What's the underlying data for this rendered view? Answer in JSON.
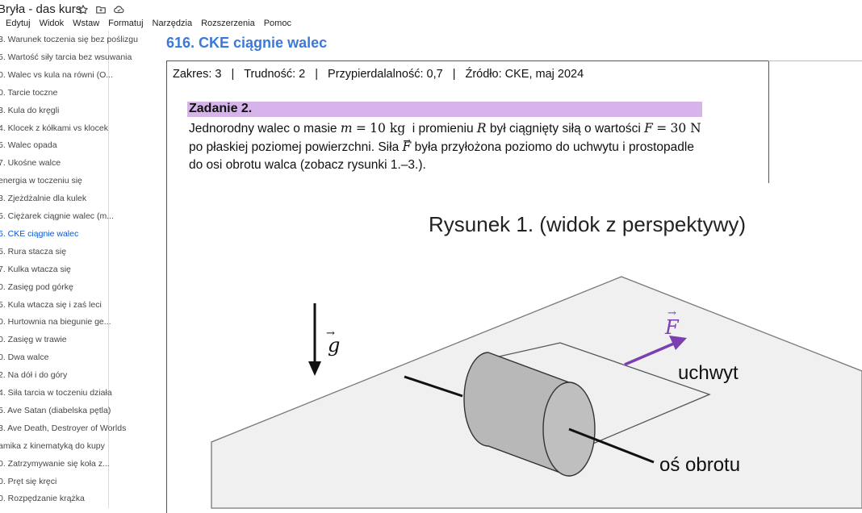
{
  "app": {
    "title": "Bryła - das kurs",
    "icons": [
      "star-icon",
      "folder-icon",
      "cloud-icon"
    ]
  },
  "menu": [
    "Edytuj",
    "Widok",
    "Wstaw",
    "Formatuj",
    "Narzędzia",
    "Rozszerzenia",
    "Pomoc"
  ],
  "sidebar": {
    "items": [
      "3. Warunek toczenia się bez poślizgu",
      "5. Wartość siły tarcia bez wsuwania",
      "0. Walec vs kula na równi (O...",
      "0. Tarcie toczne",
      "3. Kula do kręgli",
      "4. Klocek z kółkami vs klocek",
      "5. Walec opada",
      "7. Ukośne walce",
      "energia w toczeniu się",
      "3. Zjeżdżalnie dla kulek",
      "5. Ciężarek ciągnie walec (m...",
      "6. CKE ciągnie walec",
      "5. Rura stacza się",
      "7. Kulka wtacza się",
      "0. Zasięg pod górkę",
      "5. Kula wtacza się i zaś leci",
      "0. Hurtownia na biegunie ge...",
      "0. Zasięg w trawie",
      "0. Dwa walce",
      "2. Na dół i do góry",
      "4. Siła tarcia w toczeniu działa",
      "5. Ave Satan (diabelska pętla)",
      "3. Ave Death, Destroyer of Worlds",
      "amika z kinematyką do kupy",
      "0. Zatrzymywanie się koła z...",
      "0. Pręt się kręci",
      "0. Rozpędzanie krążka"
    ],
    "active_index": 11
  },
  "main": {
    "heading": "616. CKE ciągnie walec",
    "meta": {
      "zakres": "Zakres: 3",
      "trudnosc": "Trudność: 2",
      "przyp": "Przypierdalalność: 0,7",
      "zrodlo": "Źródło: CKE, maj 2024",
      "sep": "|"
    },
    "task": {
      "title": "Zadanie 2.",
      "l1a": "Jednorodny walec o masie",
      "m_var": "m",
      "eq": "=",
      "m_val": "10 kg",
      "l1b": "i promieniu",
      "r_var": "R",
      "l1c": "był ciągnięty siłą o wartości",
      "f_var": "F",
      "f_val": "30 N",
      "l2a": "po płaskiej poziomej powierzchni. Siła",
      "l2b": "była przyłożona poziomo do uchwytu i prostopadle",
      "l3": "do osi obrotu walca (zobacz rysunki 1.–3.)."
    },
    "figure": {
      "caption": "Rysunek 1. (widok z perspektywy)",
      "g_label": "g",
      "f_label": "F",
      "handle_label": "uchwyt",
      "axis_label": "oś obrotu",
      "colors": {
        "force": "#7b3fb2",
        "plane": "#f0f0f0",
        "cylinder": "#b8b8b8"
      }
    }
  }
}
